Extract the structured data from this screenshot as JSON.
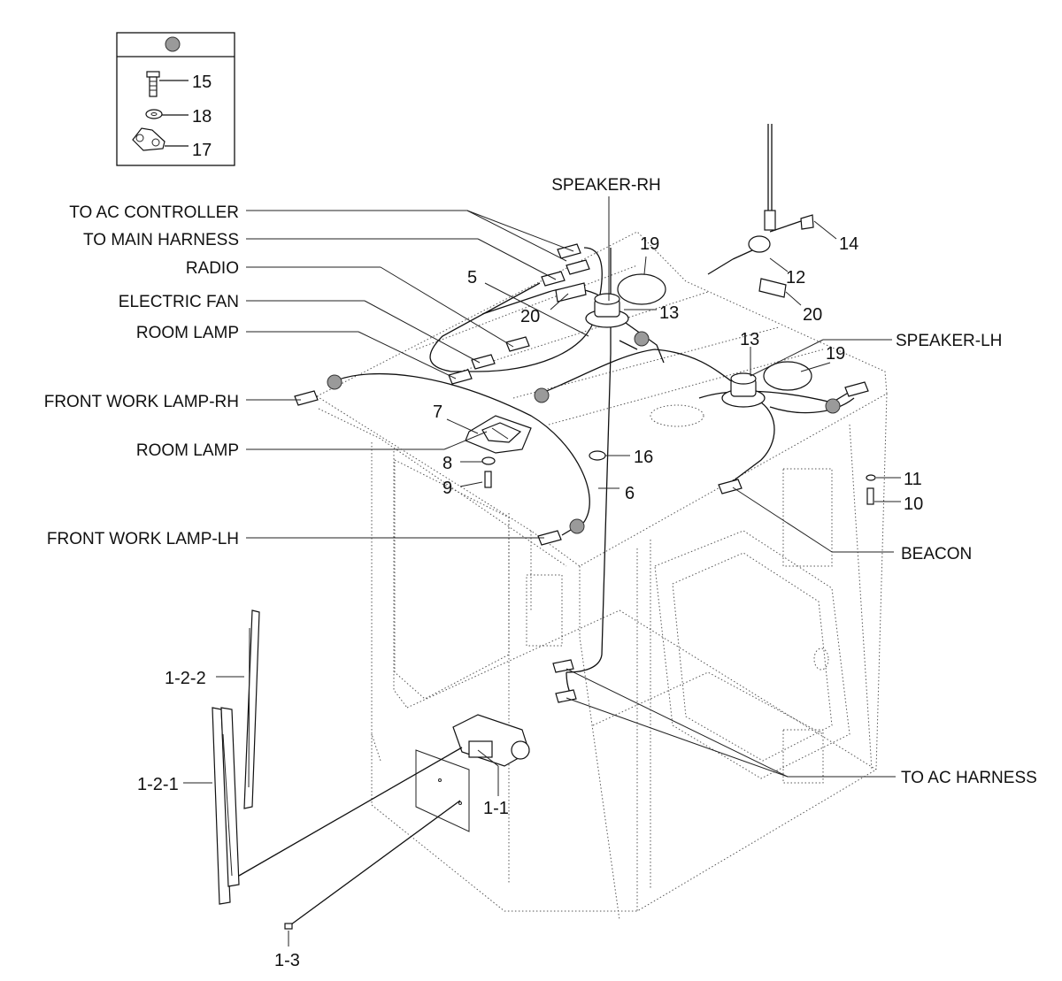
{
  "callouts": {
    "to_ac_controller": "TO AC CONTROLLER",
    "to_main_harness": "TO MAIN HARNESS",
    "radio": "RADIO",
    "electric_fan": "ELECTRIC FAN",
    "room_lamp_1": "ROOM LAMP",
    "front_work_lamp_rh": "FRONT WORK LAMP-RH",
    "room_lamp_2": "ROOM LAMP",
    "front_work_lamp_lh": "FRONT WORK LAMP-LH",
    "speaker_rh": "SPEAKER-RH",
    "speaker_lh": "SPEAKER-LH",
    "beacon": "BEACON",
    "to_ac_harness": "TO AC HARNESS"
  },
  "part_numbers": {
    "n5": "5",
    "n6": "6",
    "n7": "7",
    "n8": "8",
    "n9": "9",
    "n10": "10",
    "n11": "11",
    "n12": "12",
    "n13a": "13",
    "n13b": "13",
    "n14": "14",
    "n16": "16",
    "n19a": "19",
    "n19b": "19",
    "n20a": "20",
    "n20b": "20",
    "n1_1": "1-1",
    "n1_2_1": "1-2-1",
    "n1_2_2": "1-2-2",
    "n1_3": "1-3"
  },
  "inset": {
    "n15": "15",
    "n18": "18",
    "n17": "17"
  }
}
